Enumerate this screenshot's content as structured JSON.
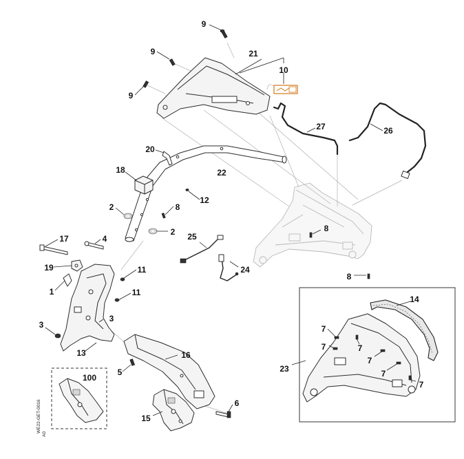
{
  "drawing_code": "WE22-GET-0016",
  "drawing_revision": "A0",
  "part_labels": {
    "p1": "1",
    "p2a": "2",
    "p2b": "2",
    "p3a": "3",
    "p3b": "3",
    "p4": "4",
    "p5": "5",
    "p6": "6",
    "p7a": "7",
    "p7b": "7",
    "p7c": "7",
    "p7d": "7",
    "p7e": "7",
    "p7f": "7",
    "p8a": "8",
    "p8b": "8",
    "p8c": "8",
    "p9a": "9",
    "p9b": "9",
    "p9c": "9",
    "p10": "10",
    "p11a": "11",
    "p11b": "11",
    "p12": "12",
    "p13": "13",
    "p14": "14",
    "p15": "15",
    "p16": "16",
    "p17": "17",
    "p18": "18",
    "p19": "19",
    "p20": "20",
    "p21": "21",
    "p22": "22",
    "p23": "23",
    "p24": "24",
    "p25": "25",
    "p26": "26",
    "p27": "27",
    "p100": "100"
  }
}
